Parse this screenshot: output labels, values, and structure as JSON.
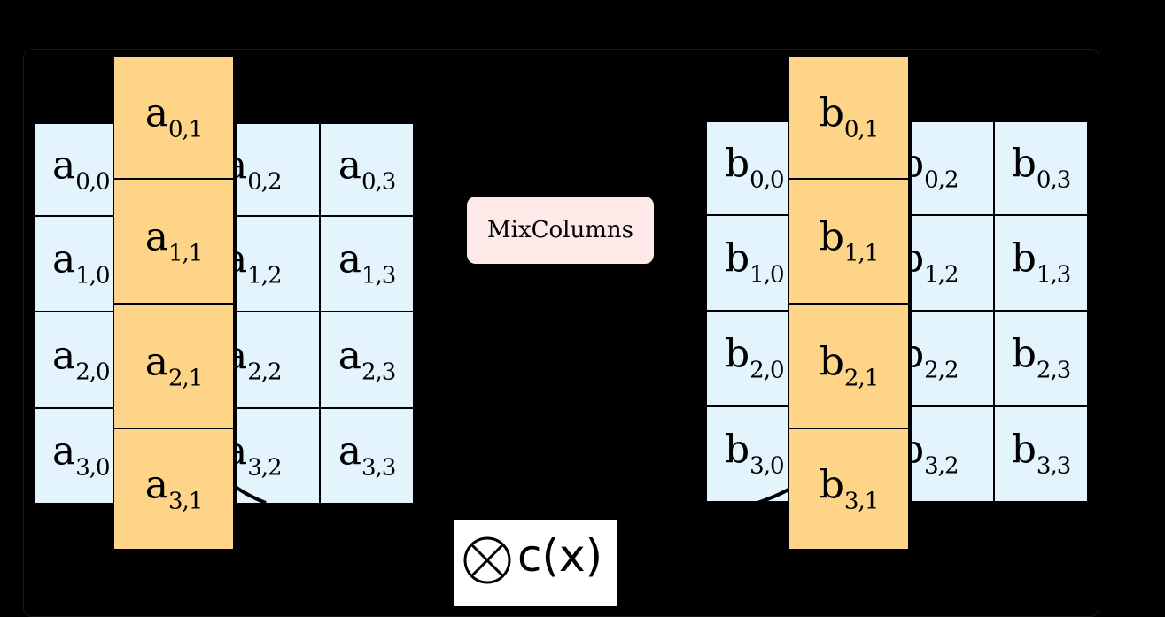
{
  "operation": {
    "label": "MixColumns"
  },
  "polynomial": {
    "label": "c(x)",
    "operator_icon": "circled-times-icon"
  },
  "input_state": {
    "base": "a",
    "highlighted_column": 1,
    "cells": [
      [
        "a",
        "0,0"
      ],
      [
        "a",
        "0,1"
      ],
      [
        "a",
        "0,2"
      ],
      [
        "a",
        "0,3"
      ],
      [
        "a",
        "1,0"
      ],
      [
        "a",
        "1,1"
      ],
      [
        "a",
        "1,2"
      ],
      [
        "a",
        "1,3"
      ],
      [
        "a",
        "2,0"
      ],
      [
        "a",
        "2,1"
      ],
      [
        "a",
        "2,2"
      ],
      [
        "a",
        "2,3"
      ],
      [
        "a",
        "3,0"
      ],
      [
        "a",
        "3,1"
      ],
      [
        "a",
        "3,2"
      ],
      [
        "a",
        "3,3"
      ]
    ]
  },
  "output_state": {
    "base": "b",
    "highlighted_column": 1,
    "cells": [
      [
        "b",
        "0,0"
      ],
      [
        "b",
        "0,1"
      ],
      [
        "b",
        "0,2"
      ],
      [
        "b",
        "0,3"
      ],
      [
        "b",
        "1,0"
      ],
      [
        "b",
        "1,1"
      ],
      [
        "b",
        "1,2"
      ],
      [
        "b",
        "1,3"
      ],
      [
        "b",
        "2,0"
      ],
      [
        "b",
        "2,1"
      ],
      [
        "b",
        "2,2"
      ],
      [
        "b",
        "2,3"
      ],
      [
        "b",
        "3,0"
      ],
      [
        "b",
        "3,1"
      ],
      [
        "b",
        "3,2"
      ],
      [
        "b",
        "3,3"
      ]
    ]
  },
  "colors": {
    "background": "#000000",
    "cell_fill": "#e3f4fc",
    "highlight_fill": "#fed588",
    "operation_fill": "#fde9e7",
    "polynomial_fill": "#ffffff"
  }
}
